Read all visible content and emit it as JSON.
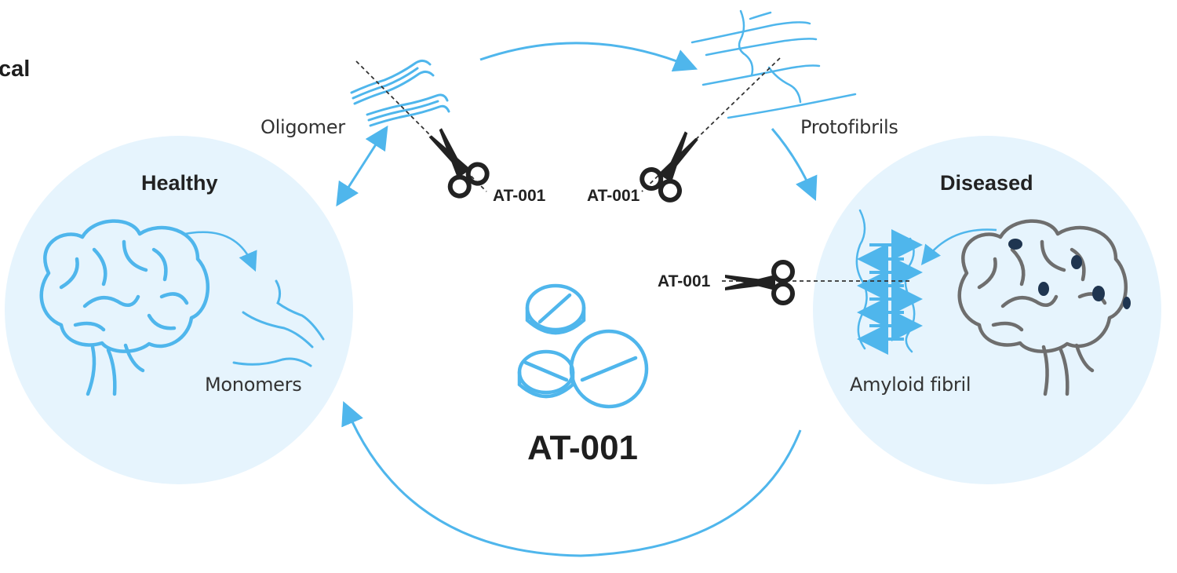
{
  "labels": {
    "clipped_left_text": "cal",
    "healthy": "Healthy",
    "diseased": "Diseased",
    "oligomer": "Oligomer",
    "protofibrils": "Protofibrils",
    "monomers": "Monomers",
    "amyloid_fibril": "Amyloid fibril",
    "drug_name": "AT-001",
    "scissor_label_1": "AT-001",
    "scissor_label_2": "AT-001",
    "scissor_label_3": "AT-001"
  },
  "icons": [
    "brain-icon",
    "diseased-brain-icon",
    "pills-icon",
    "scissors-icon",
    "oligomer-icon",
    "protofibril-icon",
    "monomer-icon",
    "amyloid-fibril-icon"
  ],
  "colors": {
    "accent_blue": "#4fb6ec",
    "circle_fill": "#e6f4fd",
    "brain_grey": "#6e6e6e",
    "plaque": "#1f3550",
    "text_dark": "#222222"
  }
}
